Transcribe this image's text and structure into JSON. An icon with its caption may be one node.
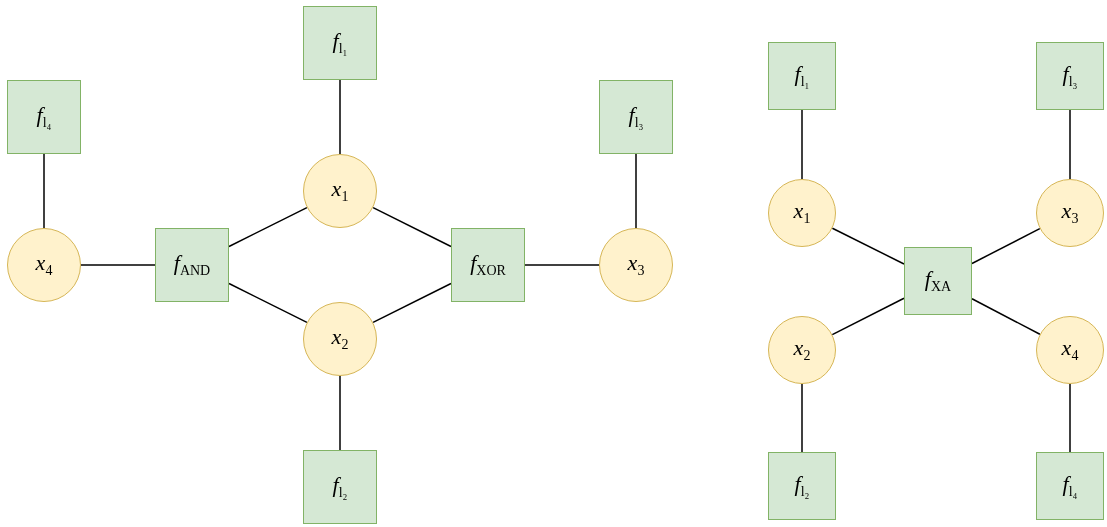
{
  "diagram": {
    "nodes": [
      {
        "text": [
          "*f*$_{l₄}$"
        ]
      },
      {
        "text": [
          "*x*$_{4}$"
        ]
      },
      {
        "text": [
          "*f*$_{AND}$"
        ]
      },
      {
        "text": [
          "*f*$_{l₁}$"
        ]
      },
      {
        "text": [
          "*x*$_{1}$"
        ]
      },
      {
        "text": [
          "*x*$_{2}$"
        ]
      },
      {
        "text": [
          "*f*$_{l₂}$"
        ]
      },
      {
        "text": [
          "*f*$_{XOR}$"
        ]
      },
      {
        "text": [
          "*x*$_{3}$"
        ]
      },
      {
        "text": [
          "*f*$_{l₃}$"
        ]
      },
      {
        "text": [
          "*f*$_{l₁}$"
        ]
      },
      {
        "text": [
          "*x*$_{1}$"
        ]
      },
      {
        "text": [
          "*x*$_{2}$"
        ]
      },
      {
        "text": [
          "*f*$_{l₂}$"
        ]
      },
      {
        "text": [
          "*f*$_{XA}$"
        ]
      },
      {
        "text": [
          "*f*$_{l₃}$"
        ]
      },
      {
        "text": [
          "*x*$_{3}$"
        ]
      },
      {
        "text": [
          "*x*$_{4}$"
        ]
      },
      {
        "text": [
          "*f*$_{l₄}$"
        ]
      }
    ],
    "edges": [
      {
        "from": 0,
        "to": 1,
        "arrow": "none"
      },
      {
        "from": 1,
        "to": 2,
        "arrow": "none"
      },
      {
        "from": 2,
        "to": 4,
        "arrow": "none"
      },
      {
        "from": 2,
        "to": 5,
        "arrow": "none"
      },
      {
        "from": 3,
        "to": 4,
        "arrow": "none"
      },
      {
        "from": 4,
        "to": 7,
        "arrow": "none"
      },
      {
        "from": 5,
        "to": 7,
        "arrow": "none"
      },
      {
        "from": 5,
        "to": 6,
        "arrow": "none"
      },
      {
        "from": 7,
        "to": 8,
        "arrow": "none"
      },
      {
        "from": 8,
        "to": 9,
        "arrow": "none"
      },
      {
        "from": 10,
        "to": 11,
        "arrow": "none"
      },
      {
        "from": 11,
        "to": 14,
        "arrow": "none"
      },
      {
        "from": 12,
        "to": 14,
        "arrow": "none"
      },
      {
        "from": 12,
        "to": 13,
        "arrow": "none"
      },
      {
        "from": 14,
        "to": 16,
        "arrow": "none"
      },
      {
        "from": 14,
        "to": 17,
        "arrow": "none"
      },
      {
        "from": 15,
        "to": 16,
        "arrow": "none"
      },
      {
        "from": 17,
        "to": 18,
        "arrow": "none"
      }
    ]
  }
}
